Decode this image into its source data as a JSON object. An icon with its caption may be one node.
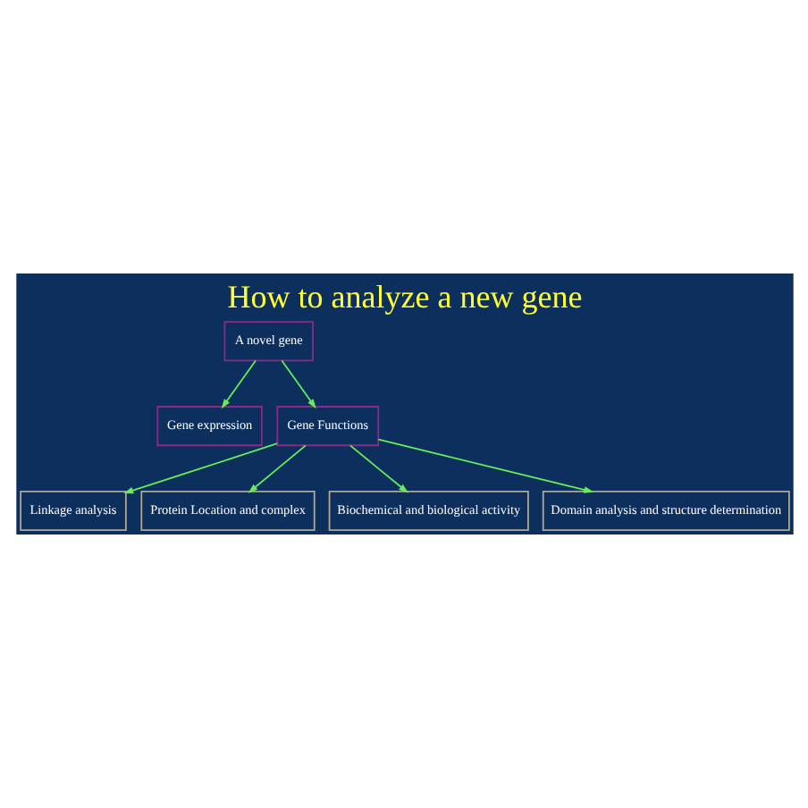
{
  "diagram": {
    "title": "How to analyze a new gene",
    "nodes": [
      {
        "text": [
          "A novel gene"
        ]
      },
      {
        "text": [
          "Gene expression"
        ]
      },
      {
        "text": [
          "Gene Functions"
        ]
      },
      {
        "text": [
          "Linkage analysis"
        ]
      },
      {
        "text": [
          "Protein Location and complex"
        ]
      },
      {
        "text": [
          "Biochemical and biological activity"
        ]
      },
      {
        "text": [
          "Domain analysis and structure determination"
        ]
      }
    ],
    "edges": [
      {
        "from": 0,
        "to": 1,
        "arrow": "to"
      },
      {
        "from": 0,
        "to": 2,
        "arrow": "to"
      },
      {
        "from": 2,
        "to": 3,
        "arrow": "to"
      },
      {
        "from": 2,
        "to": 4,
        "arrow": "to"
      },
      {
        "from": 2,
        "to": 5,
        "arrow": "to"
      },
      {
        "from": 2,
        "to": 6,
        "arrow": "to"
      }
    ]
  }
}
